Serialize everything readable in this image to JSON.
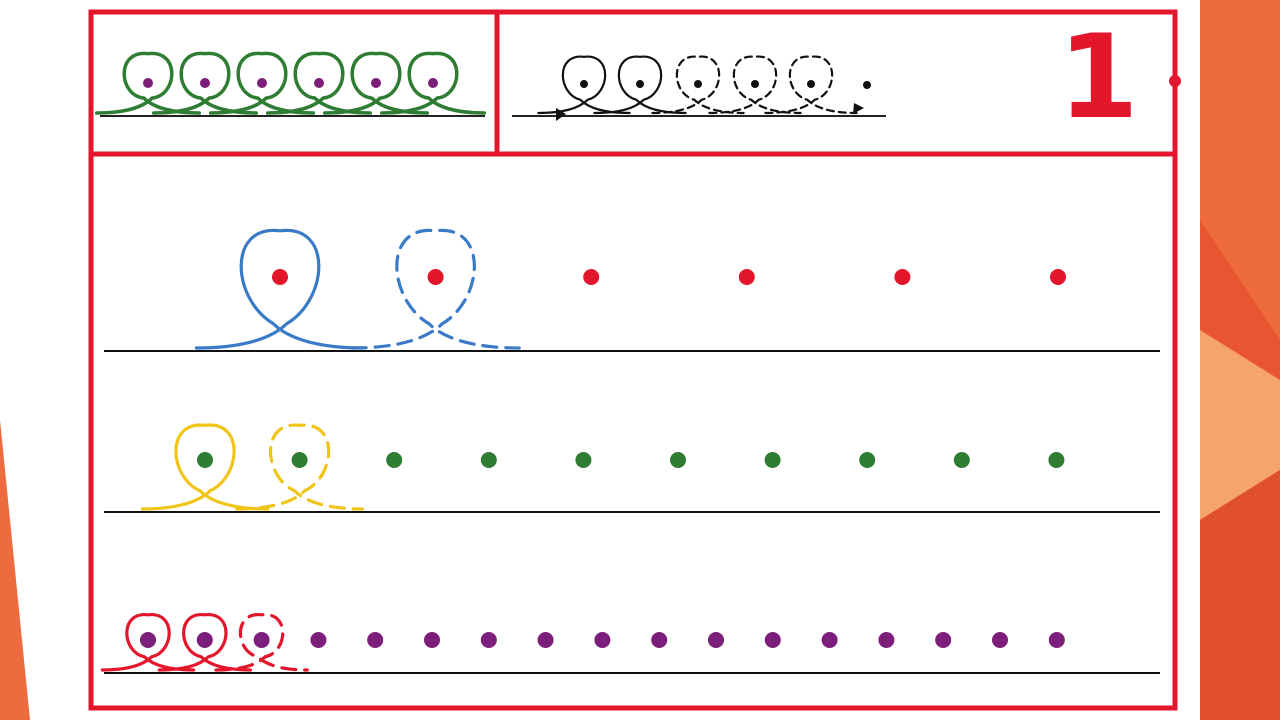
{
  "slide": {
    "accent_colors": [
      "#ee6b3f",
      "#e85530",
      "#f08a4e",
      "#f6a56a"
    ]
  },
  "worksheet": {
    "frame_color": "#e3162b",
    "page_number": "1",
    "page_number_color": "#e3162b",
    "example_left": {
      "loop_color": "#2e7d32",
      "dot_color": "#7b1f7a",
      "loop_count": 6
    },
    "example_right": {
      "solid_loops": 2,
      "dashed_loops": 3,
      "trailing_dots": 1,
      "color": "#111111"
    },
    "rows": [
      {
        "name": "row-1",
        "loop_color": "#3a7ac6",
        "dot_color": "#e3162b",
        "solid_loops": 1,
        "dashed_loops": 1,
        "dots_total": 6
      },
      {
        "name": "row-2",
        "loop_color": "#f0c419",
        "dot_color": "#2e7d32",
        "solid_loops": 1,
        "dashed_loops": 1,
        "dots_total": 10
      },
      {
        "name": "row-3",
        "loop_color": "#e3162b",
        "dot_color": "#7b1f7a",
        "solid_loops": 2,
        "dashed_loops": 1,
        "dots_total": 17
      }
    ]
  }
}
